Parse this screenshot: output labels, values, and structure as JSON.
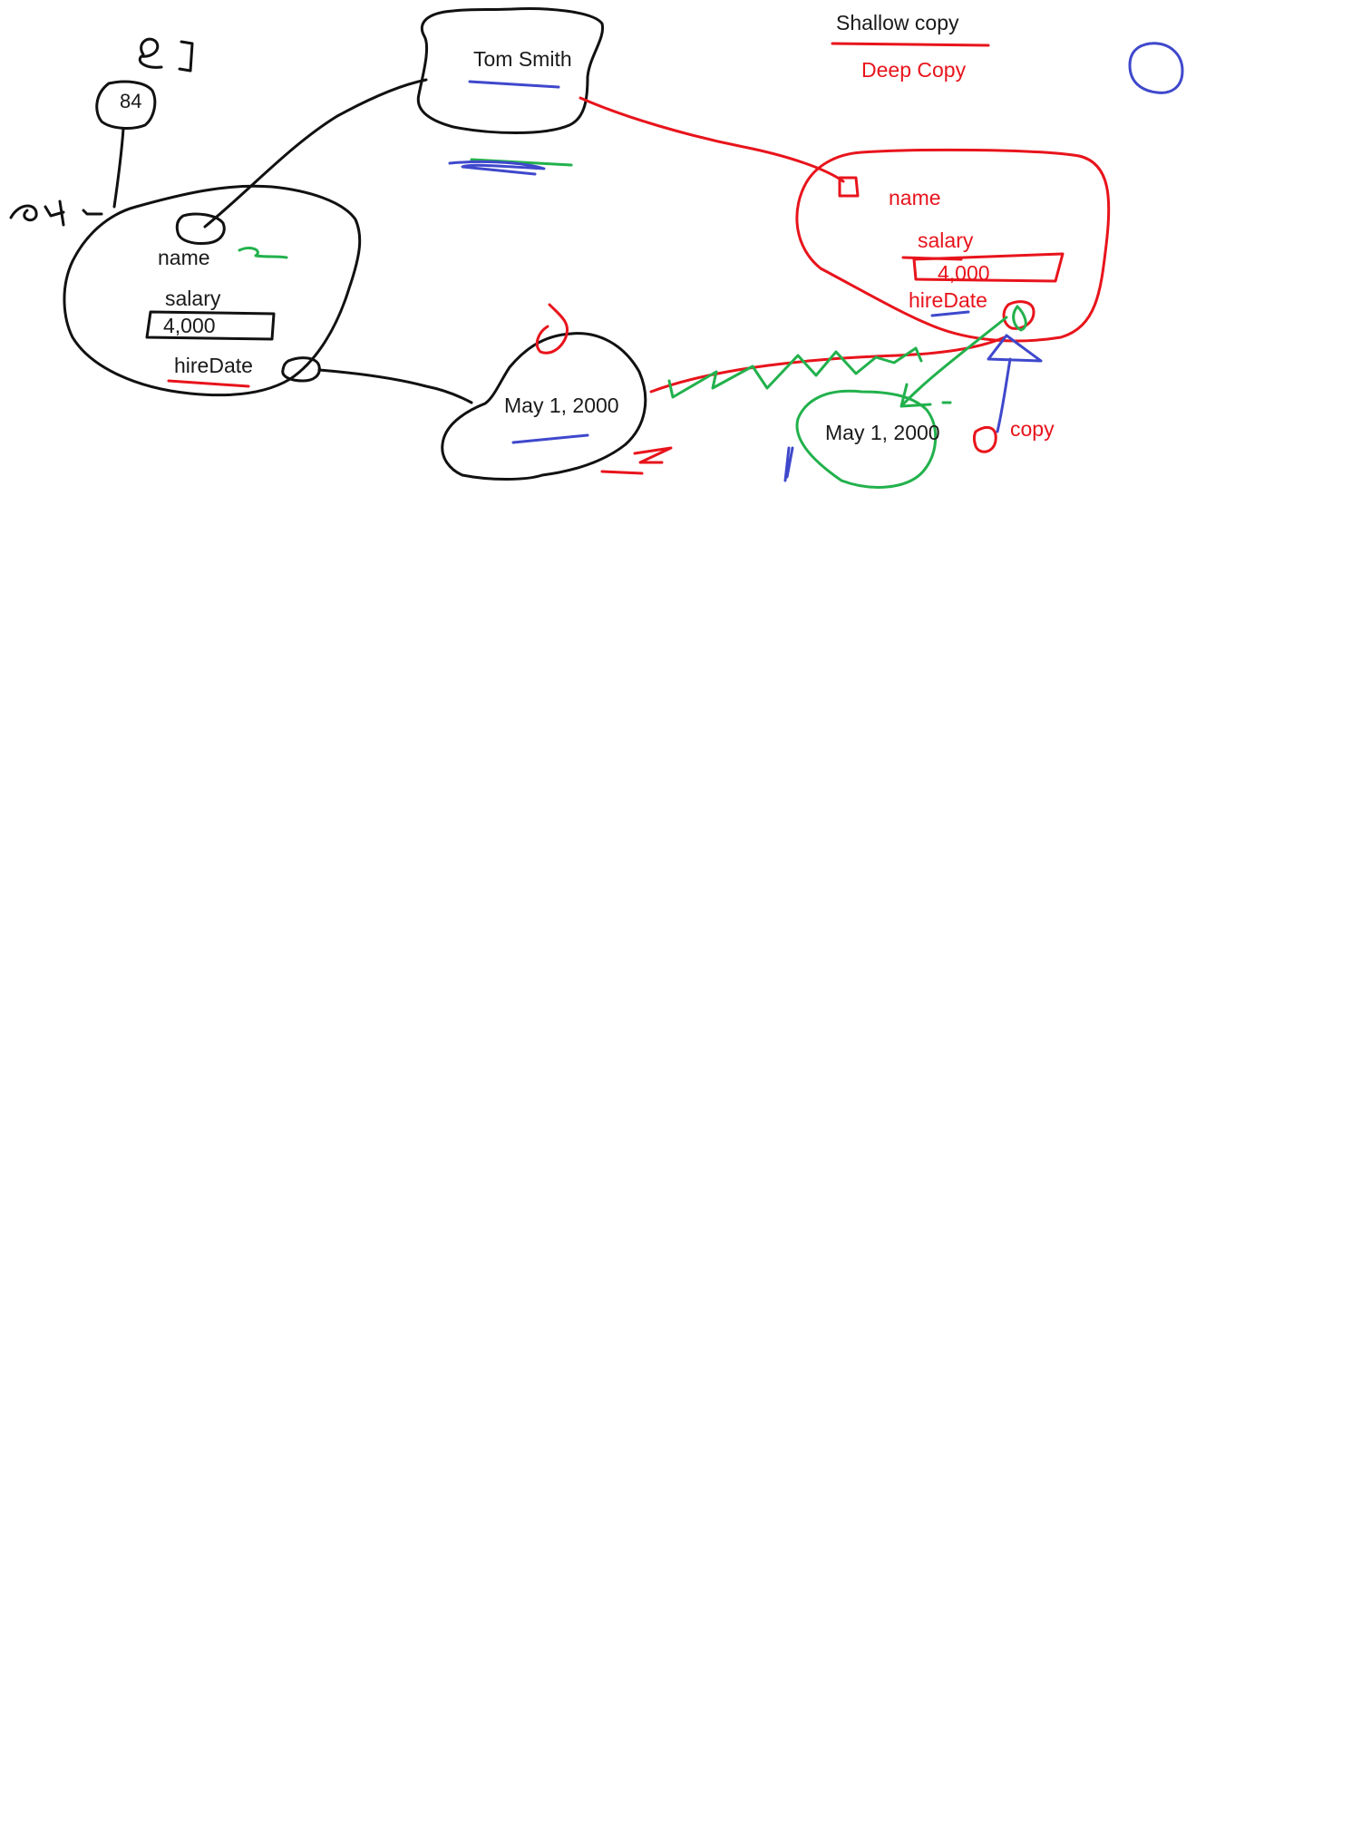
{
  "colors": {
    "ink": "#111111",
    "red": "#e8141c",
    "green": "#22b14c",
    "blue": "#3f48cc",
    "background": "#ffffff"
  },
  "legend": {
    "shallow_copy": "Shallow copy",
    "deep_copy": "Deep Copy"
  },
  "ref_box": {
    "number": "84"
  },
  "original_object": {
    "name_field": "name",
    "salary_field": "salary",
    "salary_value": "4,000",
    "hire_date_field": "hireDate"
  },
  "name_string": {
    "value": "Tom Smith"
  },
  "date_original": {
    "value": "May 1, 2000"
  },
  "copied_object": {
    "name_field": "name",
    "salary_field": "salary",
    "salary_value": "4,000",
    "hire_date_field": "hireDate"
  },
  "date_copy": {
    "value": "May 1, 2000"
  },
  "copy_label": "copy"
}
